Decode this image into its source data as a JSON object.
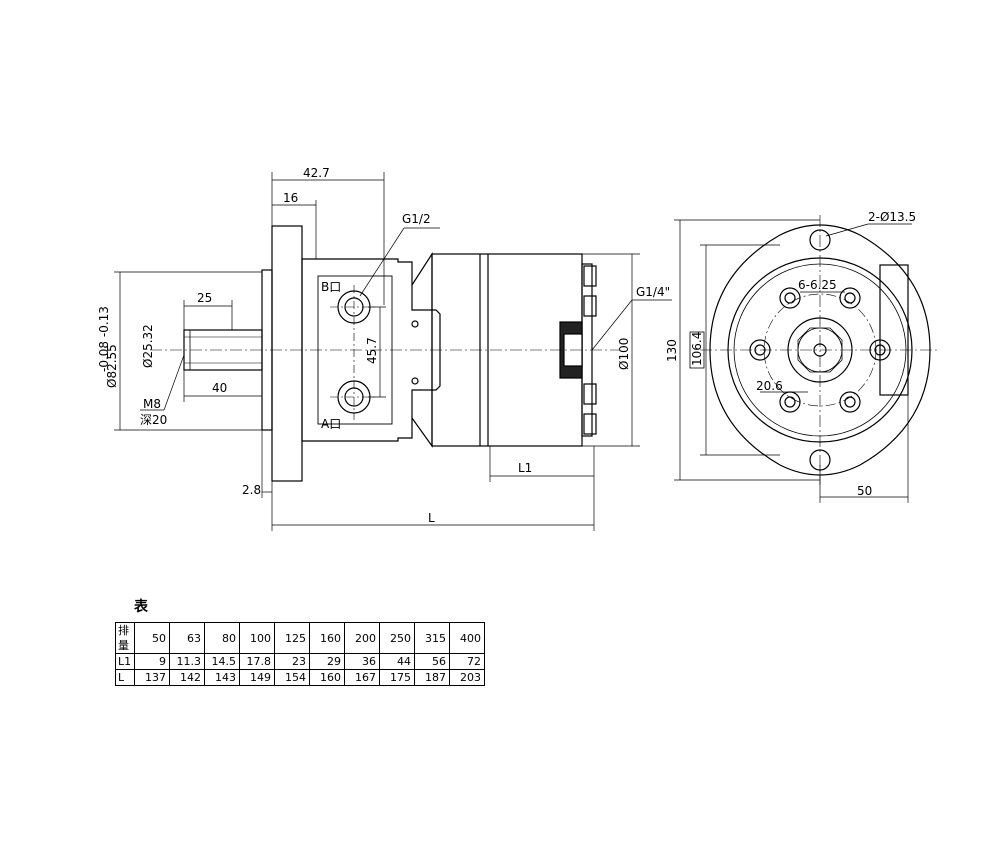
{
  "side_view": {
    "dim_42_7": "42.7",
    "dim_16": "16",
    "port_label": "G1/2",
    "dim_25": "25",
    "shaft_dia": "Ø25.32",
    "flange_dia": "Ø82.55",
    "flange_tol": "-0.08 -0.13",
    "dim_40": "40",
    "thread": "M8",
    "thread_depth": "深20",
    "port_b": "B口",
    "port_a": "A口",
    "port_spacing": "45.7",
    "drain_label": "G1/4\"",
    "body_dia": "Ø100",
    "dim_L1": "L1",
    "dim_2_8": "2.8",
    "dim_L": "L"
  },
  "front_view": {
    "mount_holes": "2-Ø13.5",
    "bolt_holes": "6-6.25",
    "dim_130": "130",
    "dim_106_4": "106.4",
    "pcd": "20.6",
    "dim_50": "50"
  },
  "table": {
    "caption": "表",
    "header": [
      "排量",
      "50",
      "63",
      "80",
      "100",
      "125",
      "160",
      "200",
      "250",
      "315",
      "400"
    ],
    "rows": [
      [
        "L1",
        "9",
        "11.3",
        "14.5",
        "17.8",
        "23",
        "29",
        "36",
        "44",
        "56",
        "72"
      ],
      [
        "L",
        "137",
        "142",
        "143",
        "149",
        "154",
        "160",
        "167",
        "175",
        "187",
        "203"
      ]
    ]
  }
}
